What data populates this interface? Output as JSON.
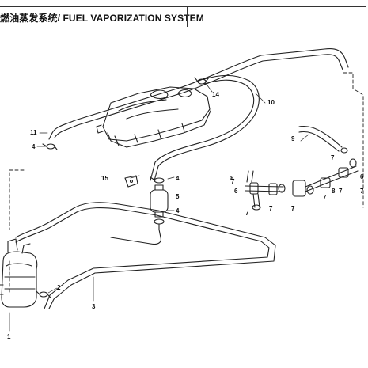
{
  "header": {
    "title": "燃油蒸发系统/ FUEL VAPORIZATION SYSTEM"
  },
  "callouts": [
    {
      "id": "c1",
      "label": "1"
    },
    {
      "id": "c2",
      "label": "2"
    },
    {
      "id": "c3",
      "label": "3"
    },
    {
      "id": "c4a",
      "label": "4"
    },
    {
      "id": "c4b",
      "label": "4"
    },
    {
      "id": "c4c",
      "label": "4"
    },
    {
      "id": "c5",
      "label": "5"
    },
    {
      "id": "c6a",
      "label": "6"
    },
    {
      "id": "c6b",
      "label": "6"
    },
    {
      "id": "c7a",
      "label": "7"
    },
    {
      "id": "c7b",
      "label": "7"
    },
    {
      "id": "c7c",
      "label": "7"
    },
    {
      "id": "c7d",
      "label": "7"
    },
    {
      "id": "c7e",
      "label": "7"
    },
    {
      "id": "c7f",
      "label": "7"
    },
    {
      "id": "c7g",
      "label": "7"
    },
    {
      "id": "c7h",
      "label": "7"
    },
    {
      "id": "c8a",
      "label": "8"
    },
    {
      "id": "c8b",
      "label": "8"
    },
    {
      "id": "c9",
      "label": "9"
    },
    {
      "id": "c10",
      "label": "10"
    },
    {
      "id": "c11",
      "label": "11"
    },
    {
      "id": "c14",
      "label": "14"
    },
    {
      "id": "c15",
      "label": "15"
    }
  ]
}
